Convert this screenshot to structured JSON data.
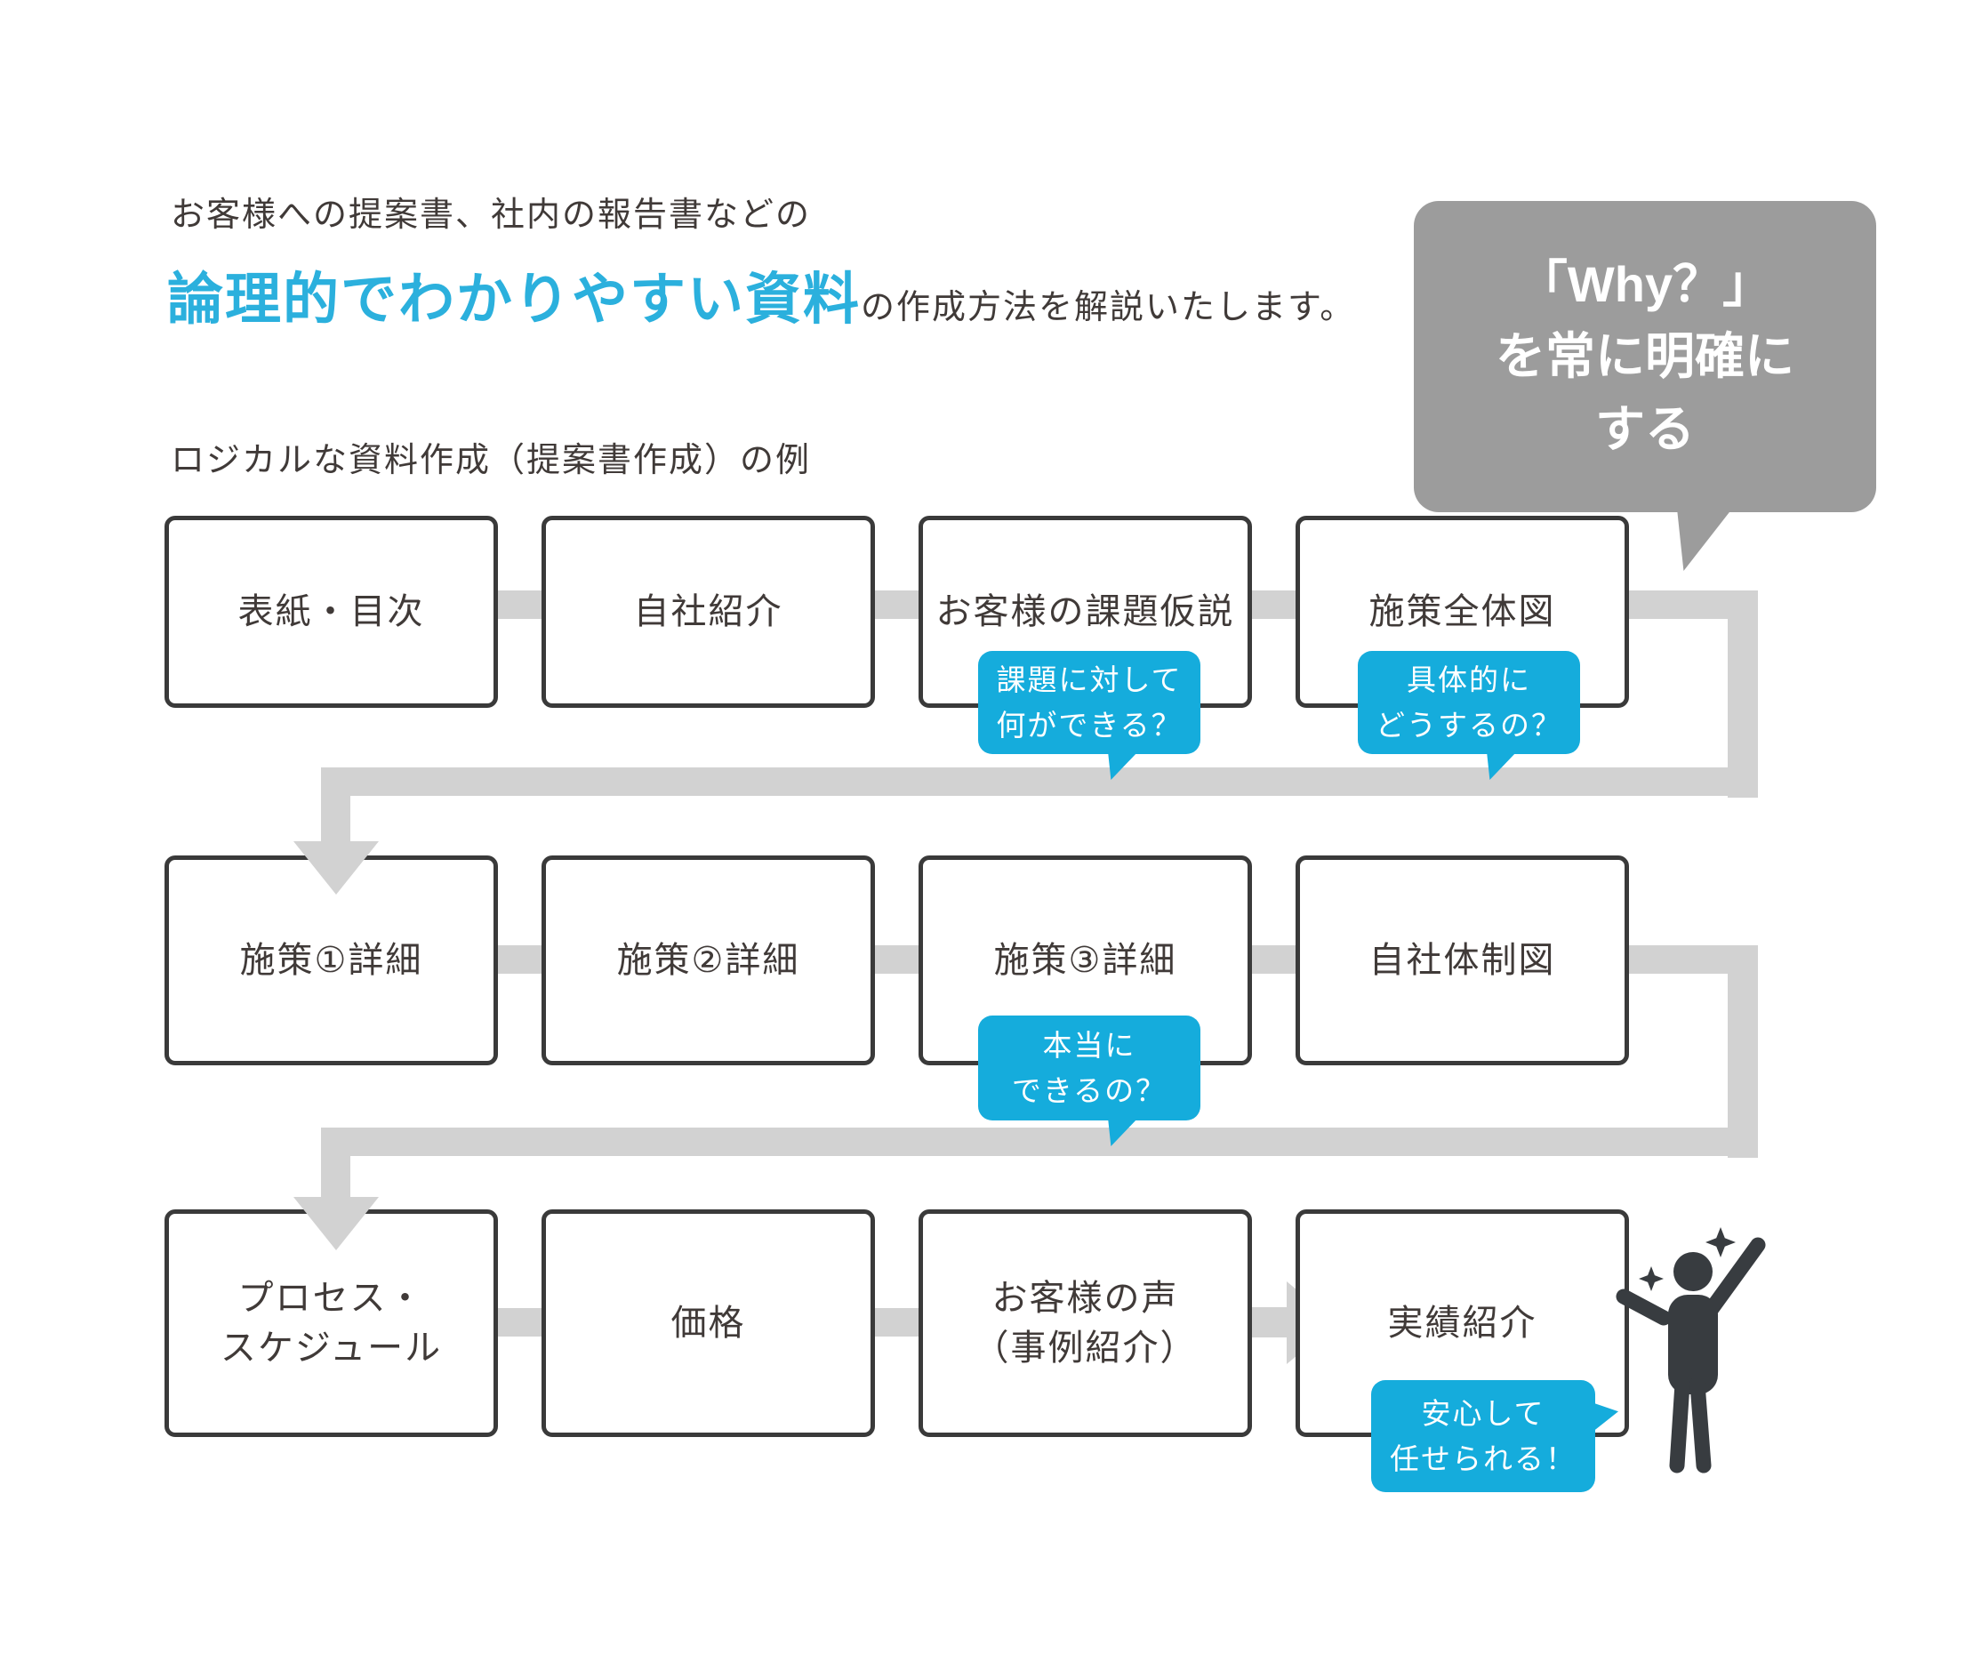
{
  "intro": {
    "line1": "お客様への提案書、社内の報告書などの",
    "highlight": "論理的でわかりやすい資料",
    "suffix": "の作成方法を解説いたします。"
  },
  "example_label": "ロジカルな資料作成（提案書作成）の例",
  "why_bubble": {
    "text": "「Why？」\nを常に明確に\nする"
  },
  "flow": {
    "rows": [
      {
        "boxes": [
          "表紙・目次",
          "自社紹介",
          "お客様の課題仮説",
          "施策全体図"
        ]
      },
      {
        "boxes": [
          "施策①詳細",
          "施策②詳細",
          "施策③詳細",
          "自社体制図"
        ]
      },
      {
        "boxes": [
          "プロセス・\nスケジュール",
          "価格",
          "お客様の声\n（事例紹介）",
          "実績紹介"
        ]
      }
    ]
  },
  "callouts": [
    {
      "text": "課題に対して\n何ができる？"
    },
    {
      "text": "具体的に\nどうするの？"
    },
    {
      "text": "本当に\nできるの？"
    },
    {
      "text": "安心して\n任せられる！"
    }
  ],
  "icons": {
    "person": "celebrating-person-icon",
    "sparkle": "sparkle-icon"
  },
  "colors": {
    "accent_blue": "#15acdc",
    "highlight_text": "#2bb0dd",
    "bubble_gray": "#9c9c9c",
    "connector_gray": "#d2d2d2",
    "box_border": "#3a3a3a",
    "text_dark": "#403a38",
    "person_dark": "#383c40",
    "background": "#ffffff"
  }
}
